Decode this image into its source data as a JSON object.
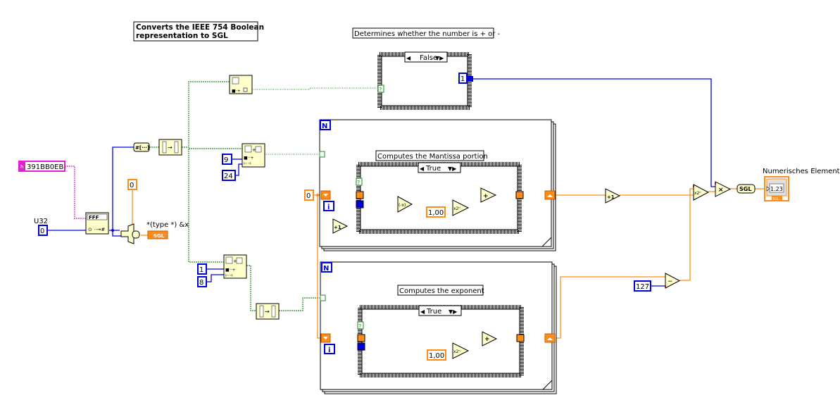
{
  "comments": {
    "title": "Converts the IEEE 754 Boolean\nrepresentation to SGL",
    "title_line1": "Converts the IEEE 754 Boolean",
    "title_line2": "representation to SGL",
    "sign": "Determines whether the number is + or -",
    "mantissa": "Computes the Mantissa portion",
    "exponent": "Computes the exponent"
  },
  "inputs": {
    "hex_constant": "391BB0EB",
    "hex_prefix": "h",
    "u32_label": "U32",
    "u32_value": "0",
    "typecast_zero": "0",
    "typecast_label": "*(type *) &x",
    "typecast_type": "SGL"
  },
  "array_ops": {
    "mantissa_index": "9",
    "mantissa_length": "24",
    "exponent_index": "1",
    "exponent_length": "8"
  },
  "sign_case": {
    "selector": "False",
    "output_constant": "1"
  },
  "mantissa_loop": {
    "count_terminal": "N",
    "iteration_terminal": "i",
    "shift_init": "0",
    "case_selector": "True",
    "increment": "+1",
    "negate": "(-x)",
    "scale_constant": "1,00",
    "scale_op": "x2ⁿ",
    "add_op": "+"
  },
  "exponent_loop": {
    "count_terminal": "N",
    "iteration_terminal": "i",
    "case_selector": "True",
    "scale_constant": "1,00",
    "scale_op": "x2ⁿ",
    "add_op": "+"
  },
  "final": {
    "increment": "+1",
    "bias_constant": "127",
    "subtract_op": "−",
    "scale_op": "x2ⁿ",
    "multiply_op": "×",
    "convert_label": "SGL",
    "indicator_label": "Numerisches Element",
    "indicator_value": "1.23",
    "indicator_type": "SGL"
  },
  "colors": {
    "u32_wire": "#0000dd",
    "float_wire": "#ff8c1a",
    "bool_wire": "#1f8a1f",
    "string_wire": "#e020d0",
    "node_fill": "#ffffcc"
  }
}
